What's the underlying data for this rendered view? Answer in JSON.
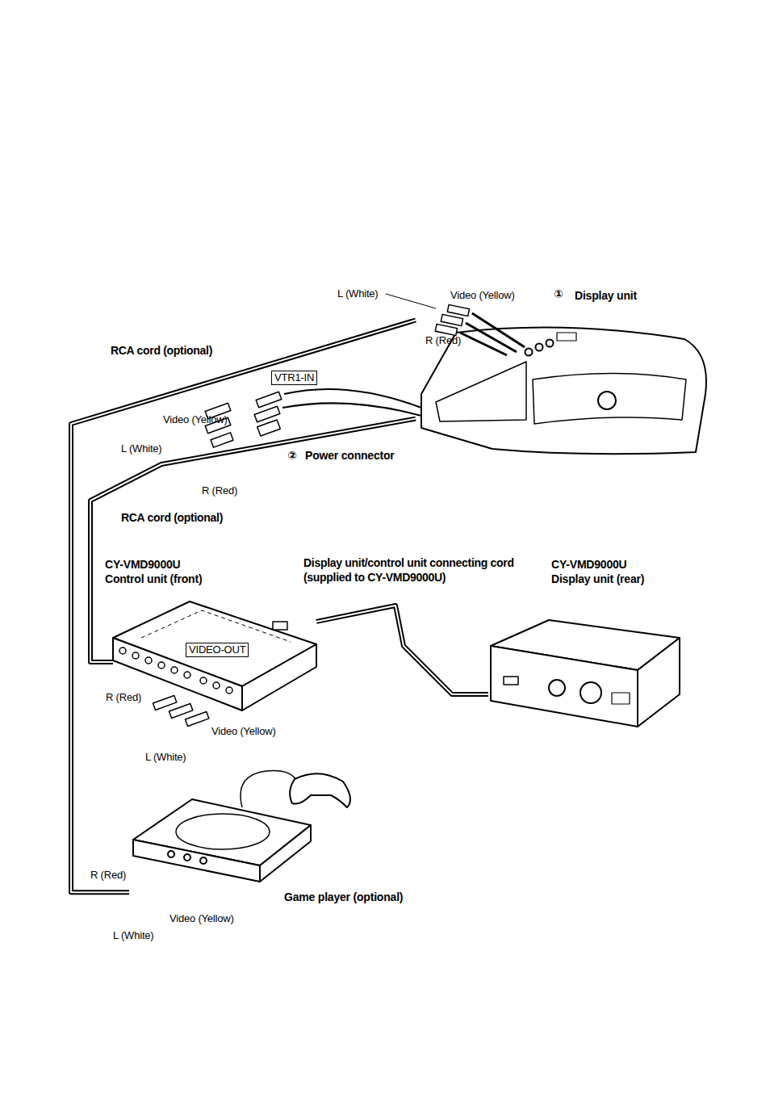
{
  "diagram": {
    "nodes": [
      {
        "text": [
          "Display unit"
        ]
      },
      {
        "text": [
          "CY-VMD9000U Control unit (front)"
        ]
      },
      {
        "text": [
          "CY-VMD9000U Display unit (rear)"
        ]
      },
      {
        "text": [
          "Game player (optional)"
        ]
      }
    ],
    "edges": [
      {
        "from": 3,
        "to": 0,
        "arrow": "none",
        "label": "RCA cord (optional)"
      },
      {
        "from": 1,
        "to": 0,
        "arrow": "none",
        "label": "RCA cord (optional)"
      },
      {
        "from": 1,
        "to": 2,
        "arrow": "none",
        "label": "Display unit/control unit connecting cord (supplied to CY-VMD9000U)"
      }
    ],
    "labels": [
      "L (White)",
      "Video (Yellow)",
      "R (Red)",
      "VTR1-IN",
      "Video (Yellow)",
      "L (White)",
      "②",
      "Power connector",
      "R (Red)",
      "VIDEO-OUT",
      "R (Red)",
      "Video (Yellow)",
      "L (White)",
      "R (Red)",
      "Video (Yellow)",
      "L (White)",
      "①"
    ]
  }
}
